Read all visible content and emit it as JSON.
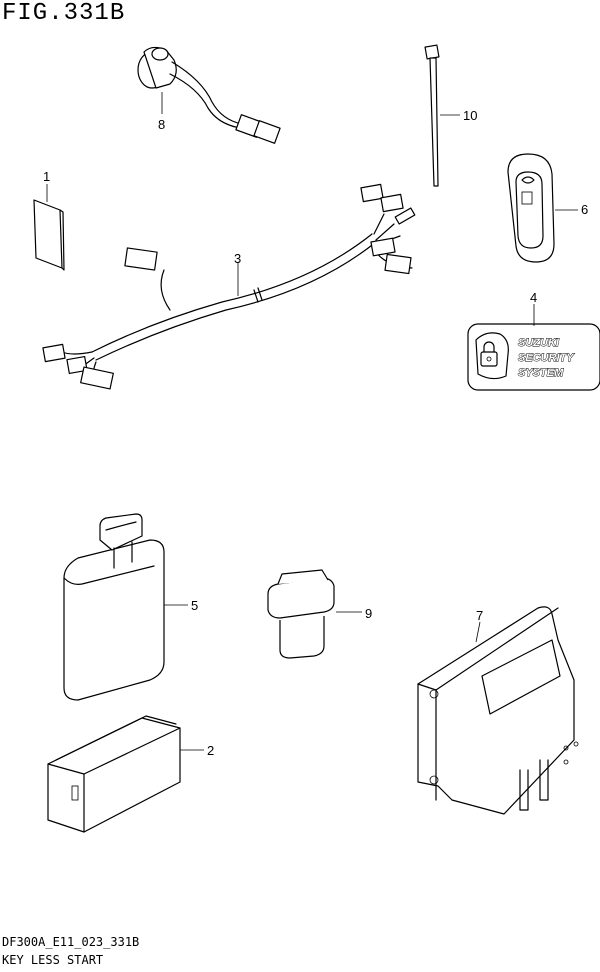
{
  "figure": {
    "title": "FIG.331B",
    "code": "DF300A_E11_023_331B",
    "name": "KEY LESS START"
  },
  "parts": [
    {
      "number": "1"
    },
    {
      "number": "2"
    },
    {
      "number": "3"
    },
    {
      "number": "4"
    },
    {
      "number": "5"
    },
    {
      "number": "6"
    },
    {
      "number": "7"
    },
    {
      "number": "8"
    },
    {
      "number": "9"
    },
    {
      "number": "10"
    }
  ],
  "security_badge": {
    "line1": "SUZUKI",
    "line2": "SECURITY",
    "line3": "SYSTEM"
  }
}
